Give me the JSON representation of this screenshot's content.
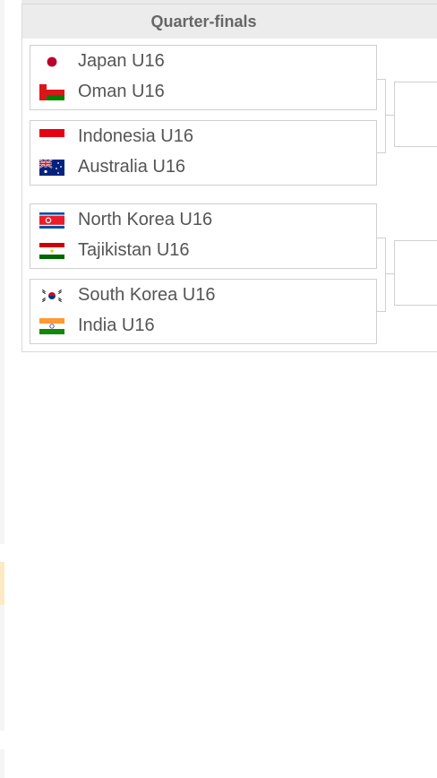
{
  "bracket": {
    "round_title": "Quarter-finals",
    "matches": [
      {
        "teams": [
          {
            "name": "Japan U16",
            "flag": "japan-flag-icon"
          },
          {
            "name": "Oman U16",
            "flag": "oman-flag-icon"
          }
        ]
      },
      {
        "teams": [
          {
            "name": "Indonesia U16",
            "flag": "indonesia-flag-icon"
          },
          {
            "name": "Australia U16",
            "flag": "australia-flag-icon"
          }
        ]
      },
      {
        "teams": [
          {
            "name": "North Korea U16",
            "flag": "north-korea-flag-icon"
          },
          {
            "name": "Tajikistan U16",
            "flag": "tajikistan-flag-icon"
          }
        ]
      },
      {
        "teams": [
          {
            "name": "South Korea U16",
            "flag": "south-korea-flag-icon"
          },
          {
            "name": "India U16",
            "flag": "india-flag-icon"
          }
        ]
      }
    ]
  },
  "colors": {
    "header_bg": "#ececec",
    "border": "#cfcfcf",
    "text": "#555555",
    "highlight_strip": "#fde9c4"
  }
}
